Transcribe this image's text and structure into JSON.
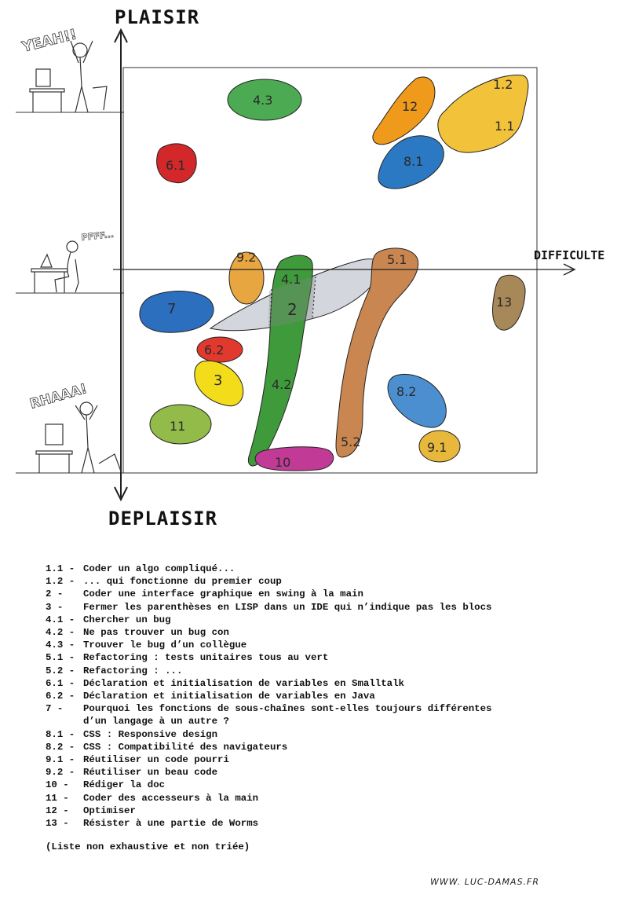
{
  "axes": {
    "y_top": "PLAISIR",
    "y_bottom": "DEPLAISIR",
    "x_right": "DIFFICULTE"
  },
  "speech": {
    "top": "YEAH!!",
    "middle": "PFFF...",
    "bottom": "RHAAA!"
  },
  "blobs": [
    {
      "label": "4.3",
      "color": "#4caa52"
    },
    {
      "label": "6.1",
      "color": "#d3282a"
    },
    {
      "label": "12",
      "color": "#f09a1c"
    },
    {
      "label": "1.2",
      "color": "#f2c23a"
    },
    {
      "label": "1.1",
      "color": "#f2c23a"
    },
    {
      "label": "8.1",
      "color": "#2b79c2"
    },
    {
      "label": "9.2",
      "color": "#e8a640"
    },
    {
      "label": "4.1",
      "color": "#3f9a3c"
    },
    {
      "label": "2",
      "color": "#c9ccd4"
    },
    {
      "label": "5.1",
      "color": "#c98650"
    },
    {
      "label": "7",
      "color": "#2d6fbf"
    },
    {
      "label": "13",
      "color": "#a78858"
    },
    {
      "label": "6.2",
      "color": "#e2392f"
    },
    {
      "label": "3",
      "color": "#f3dc1a"
    },
    {
      "label": "4.2",
      "color": "#3f9a3c"
    },
    {
      "label": "8.2",
      "color": "#4c8fd0"
    },
    {
      "label": "5.2",
      "color": "#c98650"
    },
    {
      "label": "11",
      "color": "#93bb4a"
    },
    {
      "label": "9.1",
      "color": "#e8b83c"
    },
    {
      "label": "10",
      "color": "#c03a96"
    }
  ],
  "legend": [
    {
      "key": "1.1 -",
      "text": "Coder un algo compliqué..."
    },
    {
      "key": "1.2 -",
      "text": "... qui fonctionne du premier coup"
    },
    {
      "key": "2 -",
      "text": "Coder une interface graphique en swing à la main"
    },
    {
      "key": "3 -",
      "text": "Fermer les parenthèses en LISP dans un IDE qui n’indique pas les blocs"
    },
    {
      "key": "4.1 -",
      "text": "Chercher un bug"
    },
    {
      "key": "4.2 -",
      "text": "Ne pas trouver un bug con"
    },
    {
      "key": "4.3 -",
      "text": "Trouver le bug d’un collègue"
    },
    {
      "key": "5.1 -",
      "text": "Refactoring : tests unitaires tous au vert"
    },
    {
      "key": "5.2 -",
      "text": "Refactoring : ..."
    },
    {
      "key": "6.1 -",
      "text": "Déclaration et initialisation de variables en Smalltalk"
    },
    {
      "key": "6.2 -",
      "text": "Déclaration et initialisation de variables en Java"
    },
    {
      "key": "7 -",
      "text": "Pourquoi les fonctions de sous-chaînes sont-elles toujours différentes\nd’un langage à un autre ?"
    },
    {
      "key": "8.1 -",
      "text": "CSS : Responsive design"
    },
    {
      "key": "8.2 -",
      "text": "CSS : Compatibilité des navigateurs"
    },
    {
      "key": "9.1 -",
      "text": "Réutiliser un code pourri"
    },
    {
      "key": "9.2 -",
      "text": "Réutiliser un beau code"
    },
    {
      "key": "10 -",
      "text": "Rédiger la doc"
    },
    {
      "key": "11 -",
      "text": "Coder des accesseurs à la main"
    },
    {
      "key": "12 -",
      "text": "Optimiser"
    },
    {
      "key": "13 -",
      "text": "Résister à une partie de Worms"
    }
  ],
  "legend_note": "(Liste non exhaustive et non triée)",
  "signature": "WWW. LUC-DAMAS.FR"
}
